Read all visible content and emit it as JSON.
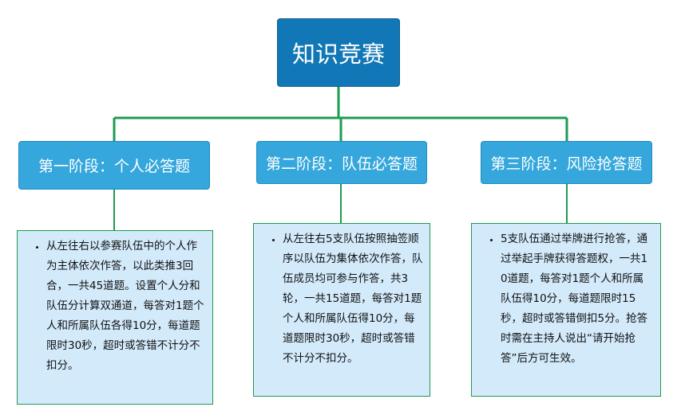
{
  "colors": {
    "root_fill": "#1177b6",
    "stage_fill": "#35a7dc",
    "detail_fill": "#d3eafb",
    "connector": "#1e9b52"
  },
  "root": {
    "title": "知识竞赛"
  },
  "stages": [
    {
      "title": "第一阶段：个人必答题",
      "description": "从左往右以参赛队伍中的个人作为主体依次作答，以此类推3回合，一共45道题。设置个人分和队伍分计算双通道，每答对1题个人和所属队伍各得10分，每道题限时30秒，超时或答错不计分不扣分。"
    },
    {
      "title": "第二阶段：队伍必答题",
      "description": "从左往右5支队伍按照抽签顺序以队伍为集体依次作答，队伍成员均可参与作答，共3轮，一共15道题，每答对1题个人和所属队伍得10分，每道题限时30秒，超时或答错不计分不扣分。"
    },
    {
      "title": "第三阶段：风险抢答题",
      "description": "5支队伍通过举牌进行抢答，通过举起手牌获得答题权，一共10道题，每答对1题个人和所属队伍得10分，每道题限时15秒，超时或答错倒扣5分。抢答时需在主持人说出“请开始抢答”后方可生效。"
    }
  ]
}
